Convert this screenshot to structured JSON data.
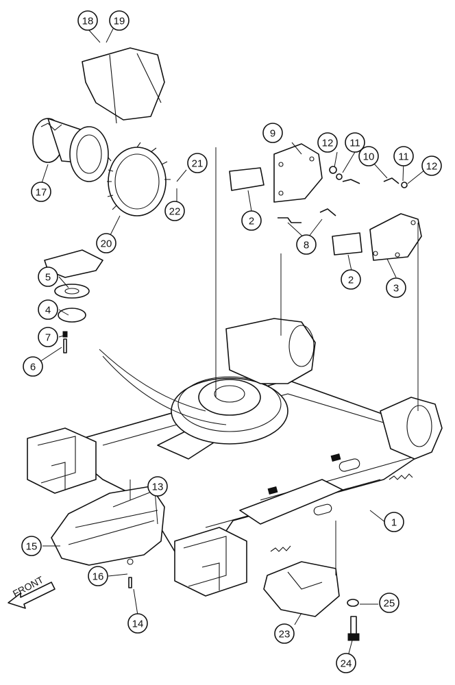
{
  "callouts": [
    {
      "num": "1"
    },
    {
      "num": "2"
    },
    {
      "num": "2"
    },
    {
      "num": "3"
    },
    {
      "num": "4"
    },
    {
      "num": "5"
    },
    {
      "num": "6"
    },
    {
      "num": "7"
    },
    {
      "num": "8"
    },
    {
      "num": "9"
    },
    {
      "num": "10"
    },
    {
      "num": "11"
    },
    {
      "num": "11"
    },
    {
      "num": "12"
    },
    {
      "num": "12"
    },
    {
      "num": "13"
    },
    {
      "num": "14"
    },
    {
      "num": "15"
    },
    {
      "num": "16"
    },
    {
      "num": "17"
    },
    {
      "num": "18"
    },
    {
      "num": "19"
    },
    {
      "num": "20"
    },
    {
      "num": "21"
    },
    {
      "num": "22"
    },
    {
      "num": "23"
    },
    {
      "num": "24"
    },
    {
      "num": "25"
    }
  ],
  "front_arrow_label": "FRONT"
}
